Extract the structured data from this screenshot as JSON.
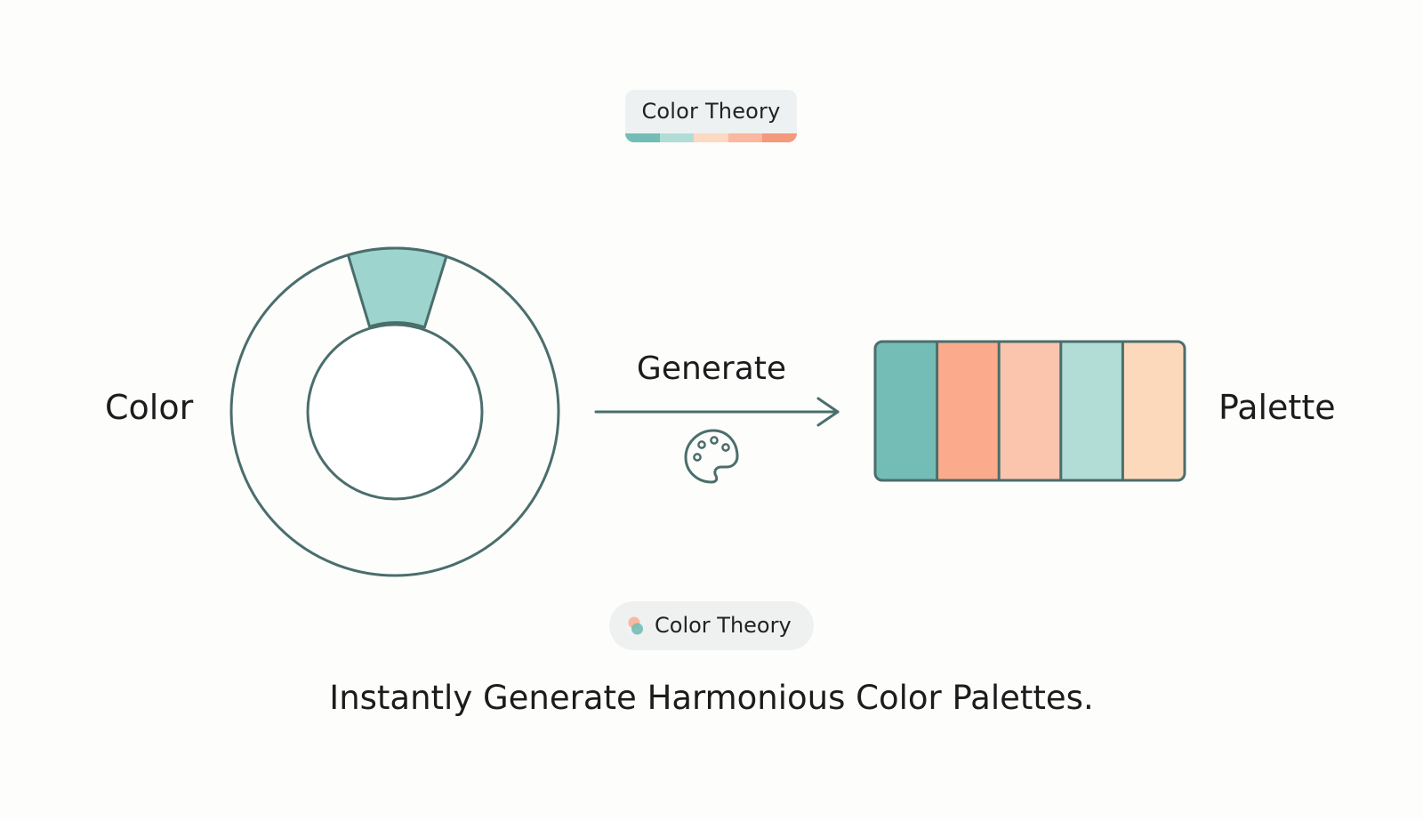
{
  "top_badge": {
    "label": "Color Theory",
    "strip_colors": [
      "#74bdb6",
      "#b2ddd7",
      "#fcd9c2",
      "#f9b89f",
      "#f5997c"
    ]
  },
  "diagram": {
    "input_label": "Color",
    "action_label": "Generate",
    "output_label": "Palette",
    "wheel": {
      "stroke_color": "#4a6e6c",
      "highlight_color": "#9dd5ce"
    },
    "palette_swatches": [
      "#74bdb6",
      "#fbab8c",
      "#fac4ad",
      "#b2ddd7",
      "#fdd9bb"
    ],
    "icons": {
      "action": "palette-icon",
      "arrow": "arrow-right-icon"
    }
  },
  "bottom_chip": {
    "label": "Color Theory",
    "icon": "overlapping-circles-icon"
  },
  "tagline": "Instantly Generate Harmonious Color Palettes."
}
